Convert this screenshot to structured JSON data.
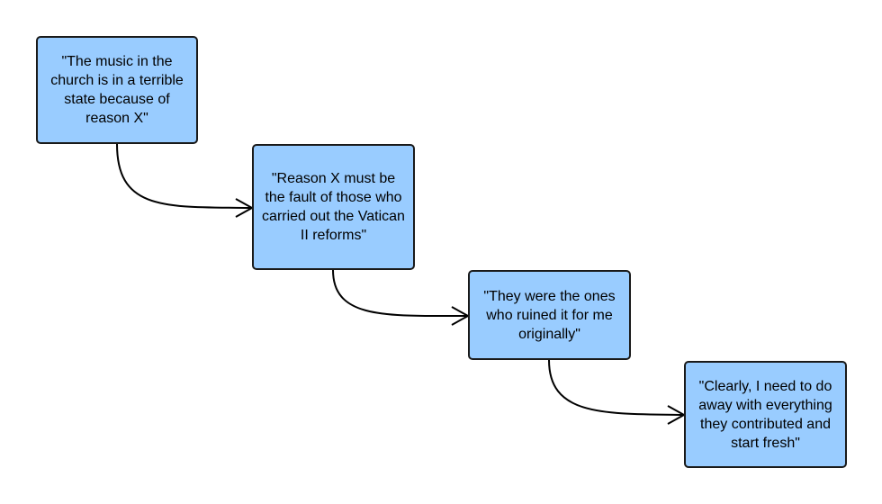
{
  "colors": {
    "node_fill": "#99ccff",
    "border": "#1a1a1a",
    "connector": "#000000"
  },
  "nodes": [
    {
      "text": "\"The music in the church is in a terrible state because of reason X\""
    },
    {
      "text": "\"Reason X must be the fault of those who carried out the Vatican II reforms\""
    },
    {
      "text": "\"They were the ones who ruined it for me originally\""
    },
    {
      "text": "\"Clearly, I need to do away with everything they contributed and start fresh\""
    }
  ],
  "edges": [
    {
      "from": 0,
      "to": 1
    },
    {
      "from": 1,
      "to": 2
    },
    {
      "from": 2,
      "to": 3
    }
  ]
}
